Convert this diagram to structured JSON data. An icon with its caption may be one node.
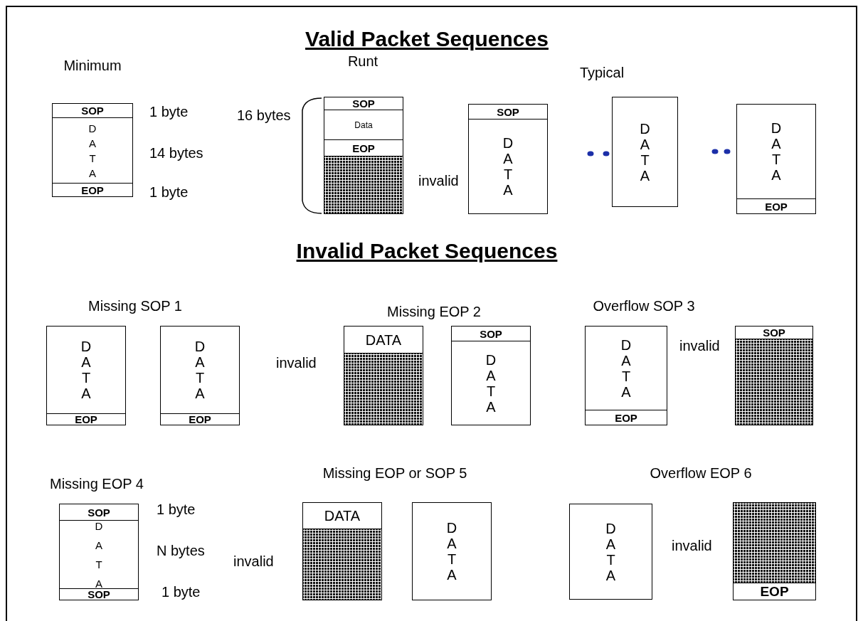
{
  "diagram": {
    "title": "Valid Packet Sequences",
    "nodes": [
      {
        "text": [],
        "shape": "box"
      },
      {
        "text": [
          "SOP"
        ],
        "in": 0
      },
      {
        "text": [
          "D A T A"
        ],
        "in": 0
      },
      {
        "text": [
          "EOP"
        ],
        "in": 0
      },
      {
        "text": [],
        "shape": "box"
      },
      {
        "text": [
          "SOP"
        ],
        "in": 4
      },
      {
        "text": [
          "Data"
        ],
        "in": 4
      },
      {
        "text": [
          "EOP"
        ],
        "in": 4
      },
      {
        "text": [],
        "shape": "box",
        "in": 4
      },
      {
        "text": [],
        "shape": "box"
      },
      {
        "text": [
          "SOP"
        ],
        "in": 9
      },
      {
        "text": [
          "D A T A"
        ],
        "in": 9
      },
      {
        "text": [],
        "shape": "box"
      },
      {
        "text": [
          "D A T A"
        ],
        "in": 12
      },
      {
        "text": [],
        "shape": "box"
      },
      {
        "text": [
          "D A T A"
        ],
        "in": 14
      },
      {
        "text": [
          "EOP"
        ],
        "in": 14
      },
      {
        "text": [],
        "shape": "box"
      },
      {
        "text": [
          "D A T A"
        ],
        "in": 17
      },
      {
        "text": [
          "EOP"
        ],
        "in": 17
      },
      {
        "text": [],
        "shape": "box"
      },
      {
        "text": [
          "D A T A"
        ],
        "in": 20
      },
      {
        "text": [
          "EOP"
        ],
        "in": 20
      },
      {
        "text": [],
        "shape": "box"
      },
      {
        "text": [
          "DATA"
        ],
        "in": 23
      },
      {
        "text": [],
        "shape": "box",
        "in": 23
      },
      {
        "text": [],
        "shape": "box"
      },
      {
        "text": [
          "SOP"
        ],
        "in": 26
      },
      {
        "text": [
          "D A T A"
        ],
        "in": 26
      },
      {
        "text": [],
        "shape": "box"
      },
      {
        "text": [
          "D A T A"
        ],
        "in": 29
      },
      {
        "text": [
          "EOP"
        ],
        "in": 29
      },
      {
        "text": [],
        "shape": "box"
      },
      {
        "text": [
          "SOP"
        ],
        "in": 32
      },
      {
        "text": [],
        "shape": "box",
        "in": 32
      },
      {
        "text": [],
        "shape": "box"
      },
      {
        "text": [
          "SOP"
        ],
        "in": 35
      },
      {
        "text": [
          "D A T A"
        ],
        "in": 35
      },
      {
        "text": [
          "SOP"
        ],
        "in": 35
      },
      {
        "text": [],
        "shape": "box"
      },
      {
        "text": [
          "DATA"
        ],
        "in": 39
      },
      {
        "text": [],
        "shape": "box",
        "in": 39
      },
      {
        "text": [],
        "shape": "box"
      },
      {
        "text": [
          "D A T A"
        ],
        "in": 42
      },
      {
        "text": [],
        "shape": "box"
      },
      {
        "text": [
          "D A T A"
        ],
        "in": 44
      },
      {
        "text": [],
        "shape": "box"
      },
      {
        "text": [],
        "shape": "box",
        "in": 46
      },
      {
        "text": [
          "EOP"
        ],
        "in": 46
      }
    ],
    "labels": [
      "Minimum",
      "Runt",
      "Typical",
      "1 byte",
      "16 bytes",
      "14 bytes",
      "invalid",
      "1 byte",
      "Invalid Packet Sequences",
      "Missing SOP 1",
      "Missing EOP 2",
      "Overflow SOP 3",
      "invalid",
      "invalid",
      "Missing EOP or SOP 5",
      "Overflow EOP 6",
      "Missing EOP 4",
      "1 byte",
      "N bytes",
      "invalid",
      "invalid",
      "1 byte"
    ]
  }
}
